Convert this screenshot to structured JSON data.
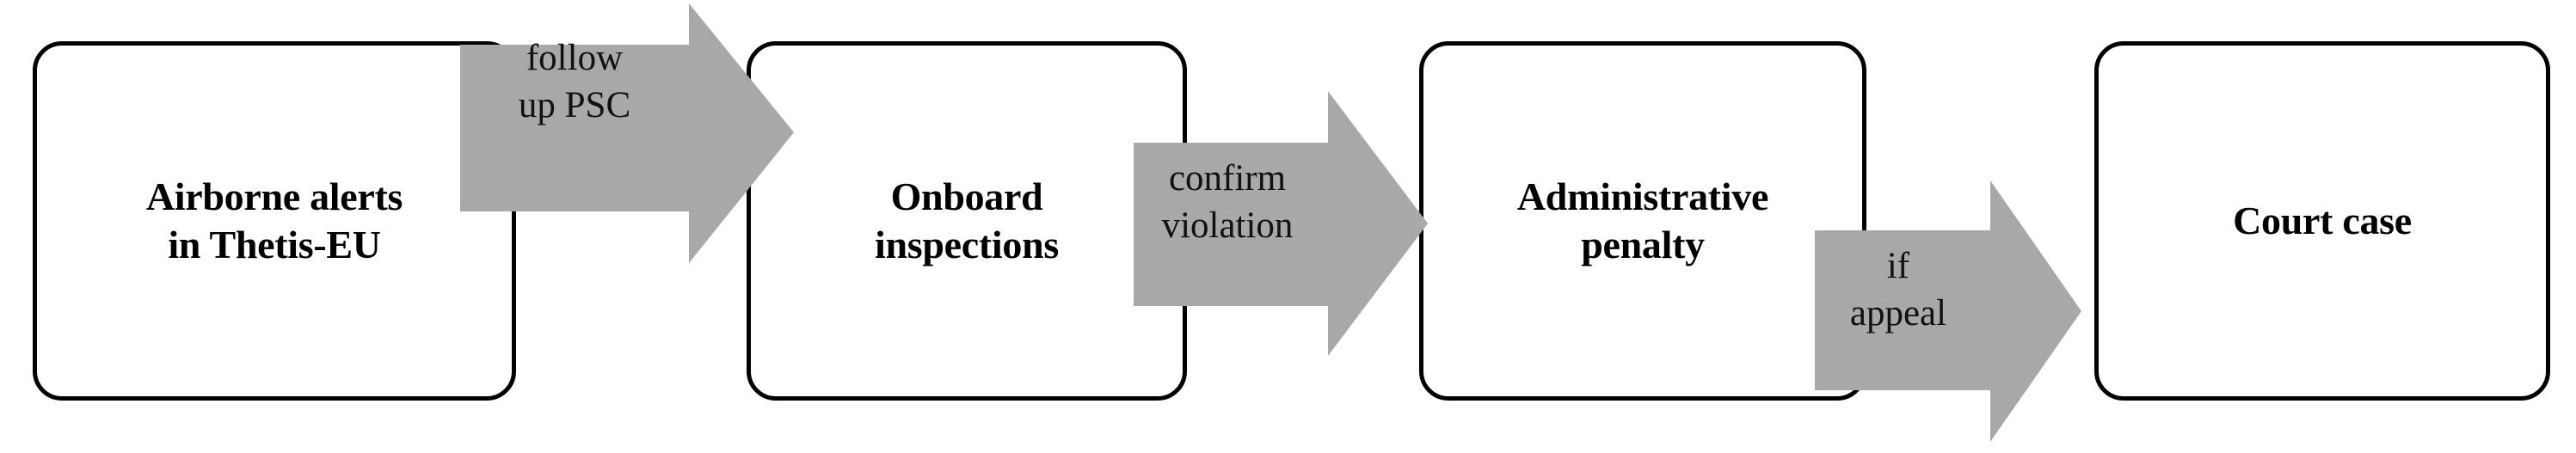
{
  "diagram": {
    "type": "process-flow",
    "orientation": "left-to-right",
    "background_color": "#FFFFFF",
    "box_fill_color": "#FFFFFF",
    "box_border_color": "#000000",
    "arrow_fill_color": "#A8A8A8",
    "text_color": "#000000",
    "nodes": [
      {
        "id": "node-1",
        "label": "Airborne alerts\nin Thetis-EU"
      },
      {
        "id": "node-2",
        "label": "Onboard\ninspections"
      },
      {
        "id": "node-3",
        "label": "Administrative\npenalty"
      },
      {
        "id": "node-4",
        "label": "Court case"
      }
    ],
    "connectors": [
      {
        "id": "arrow-1",
        "label": "follow\nup PSC",
        "from": "node-1",
        "to": "node-2",
        "shape": "block-arrow-right"
      },
      {
        "id": "arrow-2",
        "label": "confirm\nviolation",
        "from": "node-2",
        "to": "node-3",
        "shape": "block-arrow-right"
      },
      {
        "id": "arrow-3",
        "label": "if\nappeal",
        "from": "node-3",
        "to": "node-4",
        "shape": "block-arrow-right"
      }
    ]
  }
}
